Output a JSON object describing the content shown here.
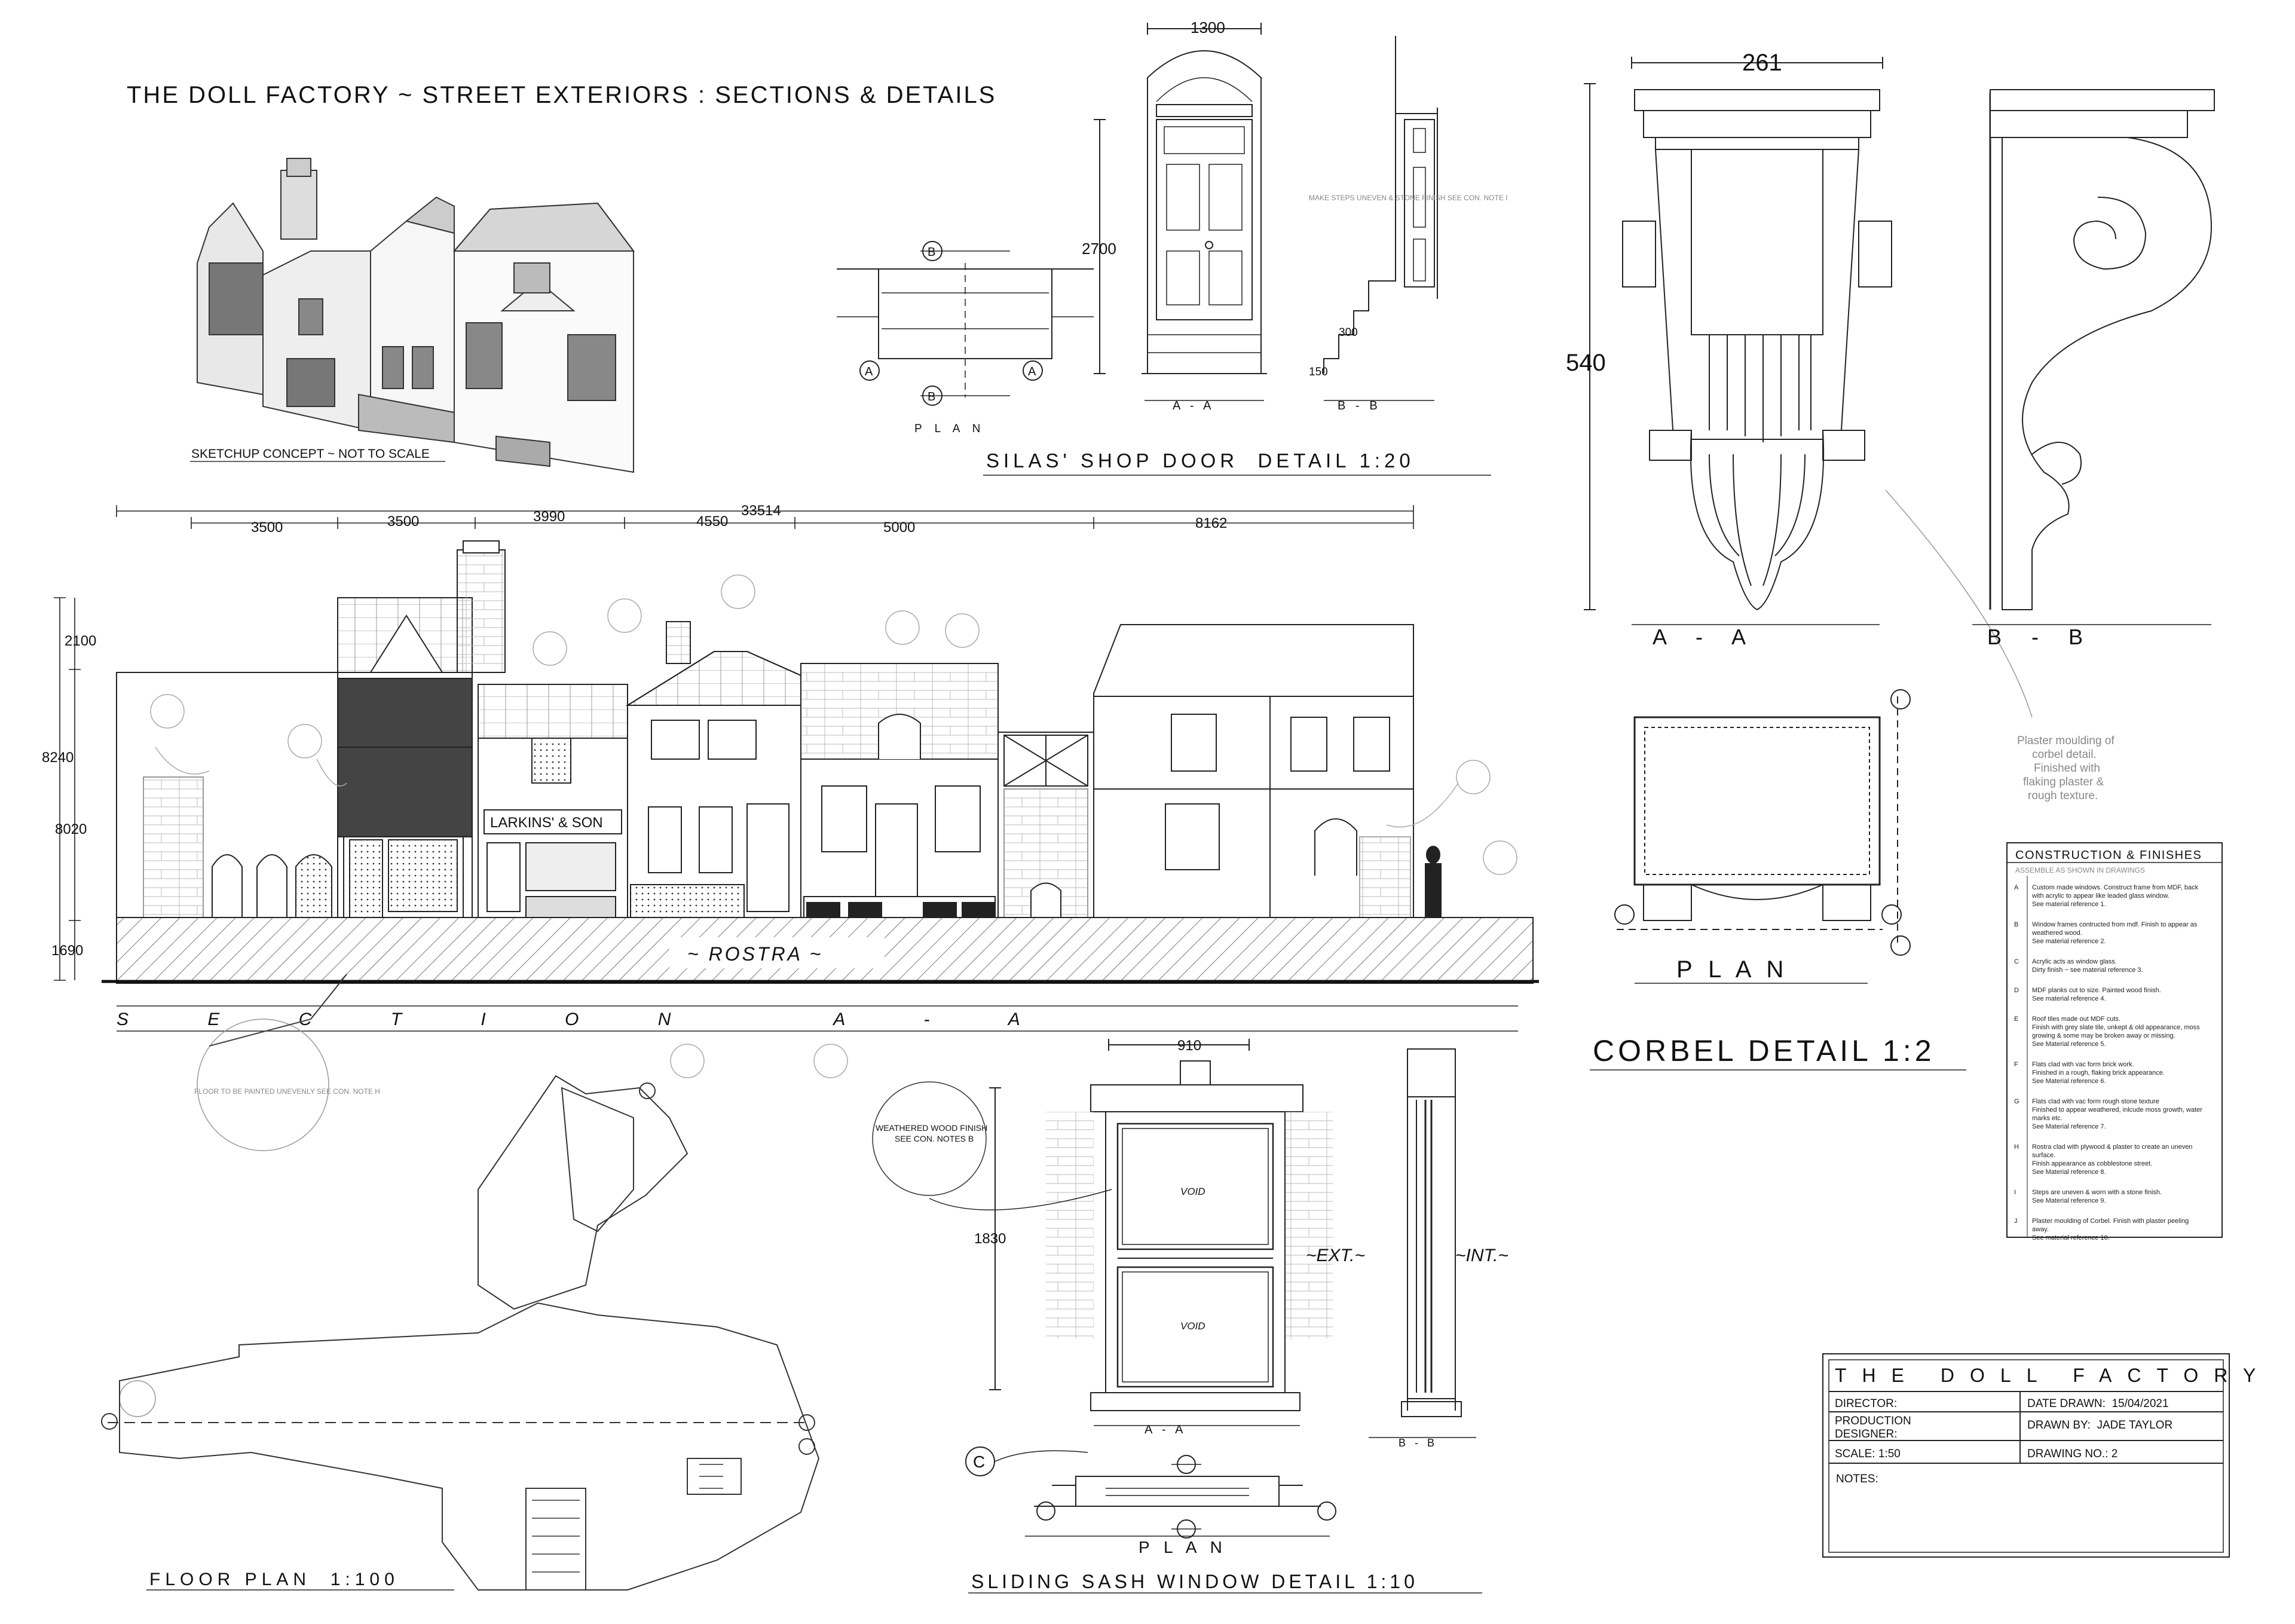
{
  "header": {
    "title": "THE DOLL FACTORY ~ STREET EXTERIORS : SECTIONS & DETAILS"
  },
  "sketchup": {
    "caption": "SKETCHUP CONCEPT ~ NOT TO SCALE"
  },
  "shop_door": {
    "title": "SILAS' SHOP DOOR  DETAIL 1:20",
    "dim_width": "1300",
    "dim_height": "2700",
    "dim_step_tread": "300",
    "dim_step_rise": "150",
    "note": "MAKE STEPS UNEVEN & STONE FINISH SEE CON. NOTE I",
    "plan_label": "P L A N",
    "aa_label": "A   -   A",
    "bb_label": "B   -   B",
    "marker_a": "A",
    "marker_b": "B"
  },
  "section": {
    "overall": "33514",
    "segments": [
      "3500",
      "3500",
      "3990",
      "4550",
      "5000",
      "8162"
    ],
    "heights": [
      "2100",
      "8240",
      "8020",
      "1690"
    ],
    "shop_sign": "LARKINS' & SON",
    "rostra": "~ ROSTRA ~",
    "label": "S E C T I O N   A - A"
  },
  "floor_plan": {
    "title": "FLOOR PLAN  1:100",
    "note": "FLOOR TO BE PAINTED UNEVENLY SEE CON. NOTE H"
  },
  "sash": {
    "title": "SLIDING SASH WINDOW DETAIL 1:10",
    "dim_width": "910",
    "dim_height": "1830",
    "void_label": "VOID",
    "ext_label": "~EXT.~",
    "int_label": "~INT.~",
    "weathered_note_1": "WEATHERED WOOD FINISH",
    "weathered_note_2": "SEE CON. NOTES B",
    "marker_c": "C",
    "plan_label": "P L A N",
    "aa_label": "A   -   A",
    "bb_label": "B   -   B"
  },
  "corbel": {
    "title": "CORBEL DETAIL 1:2",
    "dim_width": "261",
    "dim_height": "540",
    "aa_label": "A     -     A",
    "bb_label": "B     -     B",
    "plan_label": "P  L  A  N",
    "note_lines": [
      "Plaster moulding of",
      "corbel detail.",
      "Finished with",
      "flaking plaster &",
      "rough texture."
    ]
  },
  "construction": {
    "heading": "CONSTRUCTION & FINISHES",
    "subheading": "ASSEMBLE AS SHOWN IN DRAWINGS",
    "notes": [
      {
        "key": "A",
        "lines": [
          "Custom made windows. Construct frame from MDF, back",
          "with acrylic to appear like leaded glass window.",
          "See material reference 1."
        ]
      },
      {
        "key": "B",
        "lines": [
          "Window frames contructed from mdf. Finish to appear as",
          "weathered wood.",
          "See material reference 2."
        ]
      },
      {
        "key": "C",
        "lines": [
          "Acrylic acts as window glass.",
          "Dirty finish ~ see material reference 3."
        ]
      },
      {
        "key": "D",
        "lines": [
          "MDF planks cut to size. Painted wood finish.",
          "See material reference 4."
        ]
      },
      {
        "key": "E",
        "lines": [
          "Roof tiles made out MDF cuts.",
          "Finish with grey slate tile, unkept & old appearance, moss",
          "growing & some may be broken away or missing.",
          "See Material reference 5."
        ]
      },
      {
        "key": "F",
        "lines": [
          "Flats clad with vac form brick work.",
          "Finished in a rough, flaking brick appearance.",
          "See Material reference 6."
        ]
      },
      {
        "key": "G",
        "lines": [
          "Flats clad with vac form rough stone texture",
          "Finished to appear weathered, inlcude moss growth, water",
          "marks etc.",
          "See Material reference 7."
        ]
      },
      {
        "key": "H",
        "lines": [
          "Rostra clad with plywood & plaster to create an uneven",
          "surface.",
          "Finish appearance as cobblestone street.",
          "See Material reference 8."
        ]
      },
      {
        "key": "I",
        "lines": [
          "Steps are uneven & worn with a stone finish.",
          "See Material reference 9."
        ]
      },
      {
        "key": "J",
        "lines": [
          "Plaster moulding of Corbel. Finish with plaster peeling",
          "away.",
          "See material reference 10."
        ]
      }
    ]
  },
  "title_block": {
    "name": "THE DOLL FACTORY",
    "director_label": "DIRECTOR:",
    "date_label": "DATE DRAWN:  15/04/2021",
    "designer_label_1": "PRODUCTION",
    "designer_label_2": "DESIGNER:",
    "drawn_by": "DRAWN BY:  JADE TAYLOR",
    "scale": "SCALE: 1:50",
    "drawing_no": "DRAWING NO.: 2",
    "notes_label": "NOTES:"
  }
}
